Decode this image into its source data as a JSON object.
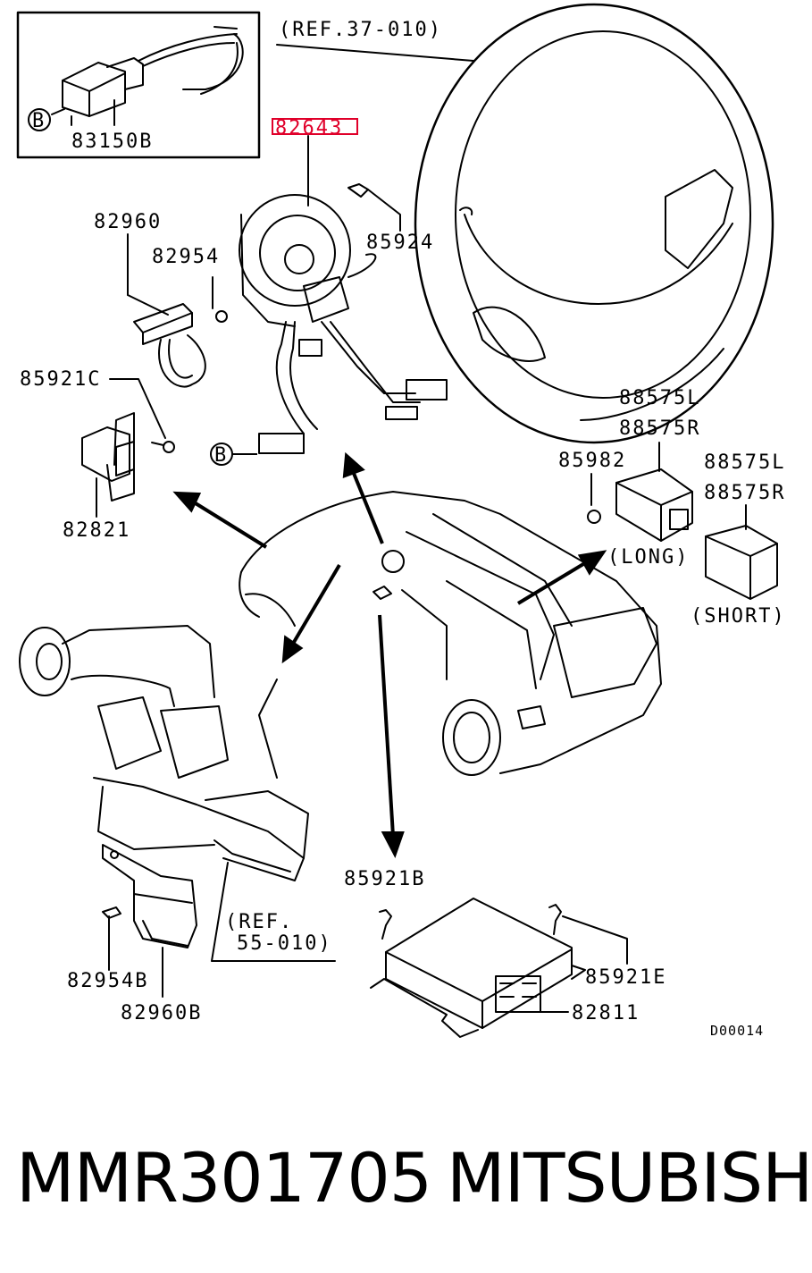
{
  "diagram": {
    "labels": {
      "ref_37_010": "(REF.37-010)",
      "p82643": "82643",
      "p83150b": "83150B",
      "b_marker": "B",
      "p85924": "85924",
      "p82960": "82960",
      "p82954": "82954",
      "p85921c": "85921C",
      "p82821": "82821",
      "p88575l_1": "88575L",
      "p88575r_1": "88575R",
      "p85982": "85982",
      "p88575l_2": "88575L",
      "p88575r_2": "88575R",
      "long": "(LONG)",
      "short": "(SHORT)",
      "p85921b": "85921B",
      "ref_55_010_a": "(REF.",
      "ref_55_010_b": "55-010)",
      "p85921e": "85921E",
      "p82954b": "82954B",
      "p82811": "82811",
      "p82960b": "82960B",
      "drawing_code": "D00014"
    },
    "highlight_color": "#e0002a"
  },
  "footer": {
    "part_number": "MMR301705",
    "brand": "MITSUBISHI"
  }
}
